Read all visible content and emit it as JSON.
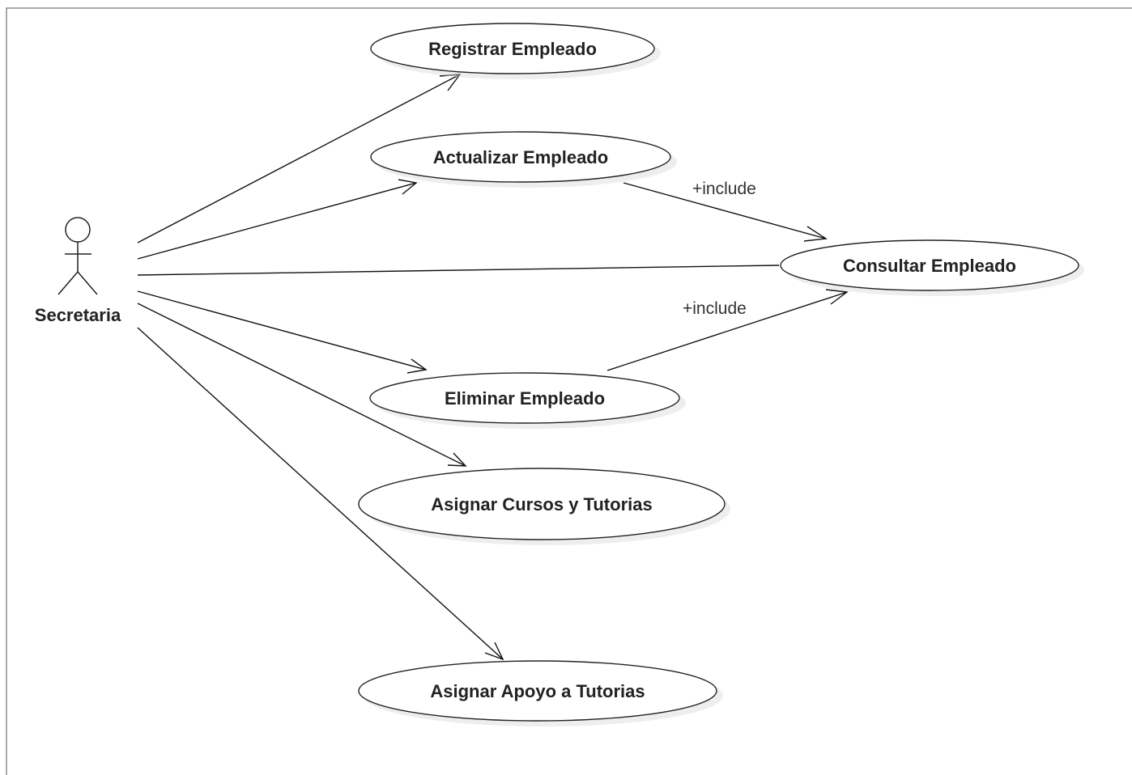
{
  "diagram": {
    "type": "uml-use-case",
    "actor": {
      "name": "Secretaria"
    },
    "use_cases": [
      {
        "id": "registrar",
        "label": "Registrar Empleado"
      },
      {
        "id": "actualizar",
        "label": "Actualizar Empleado"
      },
      {
        "id": "consultar",
        "label": "Consultar Empleado"
      },
      {
        "id": "eliminar",
        "label": "Eliminar Empleado"
      },
      {
        "id": "asignar-cursos",
        "label": "Asignar Cursos y Tutorias"
      },
      {
        "id": "asignar-apoyo",
        "label": "Asignar Apoyo a Tutorias"
      }
    ],
    "relationships": [
      {
        "from": "Secretaria",
        "to": "registrar",
        "kind": "association"
      },
      {
        "from": "Secretaria",
        "to": "actualizar",
        "kind": "association"
      },
      {
        "from": "Secretaria",
        "to": "consultar",
        "kind": "association"
      },
      {
        "from": "Secretaria",
        "to": "eliminar",
        "kind": "association"
      },
      {
        "from": "Secretaria",
        "to": "asignar-cursos",
        "kind": "association"
      },
      {
        "from": "Secretaria",
        "to": "asignar-apoyo",
        "kind": "association"
      },
      {
        "from": "actualizar",
        "to": "consultar",
        "kind": "include",
        "label": "+include"
      },
      {
        "from": "eliminar",
        "to": "consultar",
        "kind": "include",
        "label": "+include"
      }
    ],
    "include_label_1": "+include",
    "include_label_2": "+include"
  }
}
